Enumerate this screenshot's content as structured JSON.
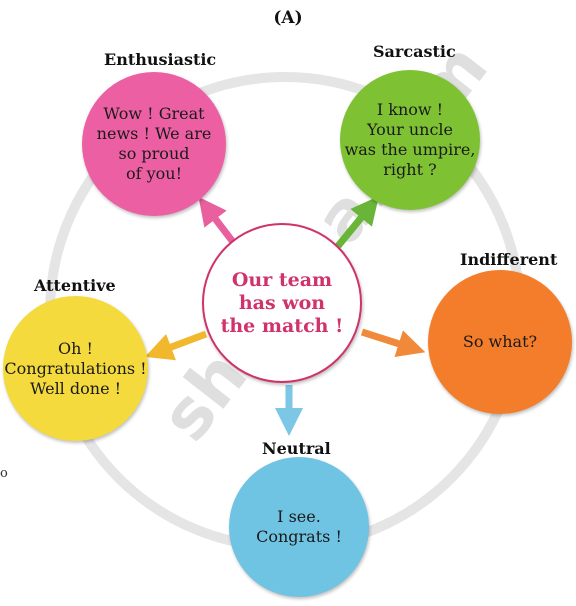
{
  "title": "(A)",
  "center": {
    "text": "Our team\nhas won\nthe match !",
    "color": "#d0326c"
  },
  "nodes": [
    {
      "key": "enthusiastic",
      "heading": "Enthusiastic",
      "text": "Wow ! Great\nnews ! We are\nso proud\nof you!",
      "color": "#ec5fa3",
      "arrow": "#e8609e"
    },
    {
      "key": "sarcastic",
      "heading": "Sarcastic",
      "text": "I know !\nYour uncle\nwas the umpire,\nright ?",
      "color": "#7ec234",
      "arrow": "#69b53a"
    },
    {
      "key": "indifferent",
      "heading": "Indifferent",
      "text": "So what?",
      "color": "#f37d2a",
      "arrow": "#f08a3a"
    },
    {
      "key": "neutral",
      "heading": "Neutral",
      "text": "I see.\nCongrats !",
      "color": "#6fc3e3",
      "arrow": "#7cc6e6"
    },
    {
      "key": "attentive",
      "heading": "Attentive",
      "text": "Oh !\nCongratulations !\nWell done !",
      "color": "#f4da3c",
      "arrow": "#f1b72d"
    }
  ],
  "watermark": "shaalaa.com",
  "stray_mark": "o"
}
